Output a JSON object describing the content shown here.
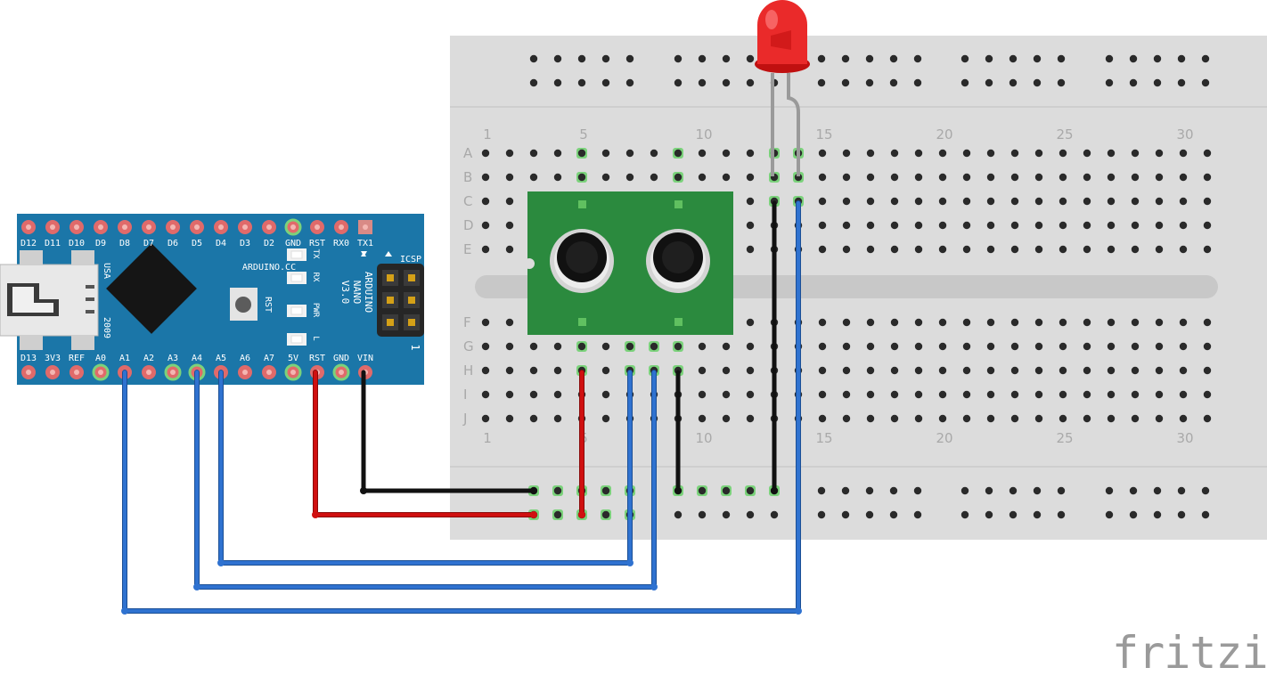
{
  "breadboard": {
    "column_numbers": [
      "1",
      "5",
      "10",
      "15",
      "20",
      "25",
      "30"
    ],
    "column_number_positions": [
      1,
      5,
      10,
      15,
      20,
      25,
      30
    ],
    "row_letters_top": [
      "A",
      "B",
      "C",
      "D",
      "E"
    ],
    "row_letters_bottom": [
      "F",
      "G",
      "H",
      "I",
      "J"
    ]
  },
  "nano": {
    "top_pins": [
      "D12",
      "D11",
      "D10",
      "D9",
      "D8",
      "D7",
      "D6",
      "D5",
      "D4",
      "D3",
      "D2",
      "GND",
      "RST",
      "RX0",
      "TX1"
    ],
    "bottom_pins": [
      "D13",
      "3V3",
      "REF",
      "A0",
      "A1",
      "A2",
      "A3",
      "A4",
      "A5",
      "A6",
      "A7",
      "5V",
      "RST",
      "GND",
      "VIN"
    ],
    "brand": "ARDUINO.CC",
    "model_lines": [
      "ARDUINO",
      "NANO",
      "V3.0"
    ],
    "usa": "USA",
    "year": "2009",
    "icsp": "ICSP",
    "rst": "RST",
    "leds": [
      "TX",
      "RX",
      "PWR",
      "L"
    ],
    "icsp_mark": "1"
  },
  "watermark": "fritzing",
  "colors": {
    "nano_board": "#1b76a8",
    "sensor_board": "#2b8a3e",
    "led": "#e8141a",
    "wire_red": "#d01010",
    "wire_black": "#111111",
    "wire_blue": "#2767c2",
    "breadboard": "#dcdcdc"
  }
}
